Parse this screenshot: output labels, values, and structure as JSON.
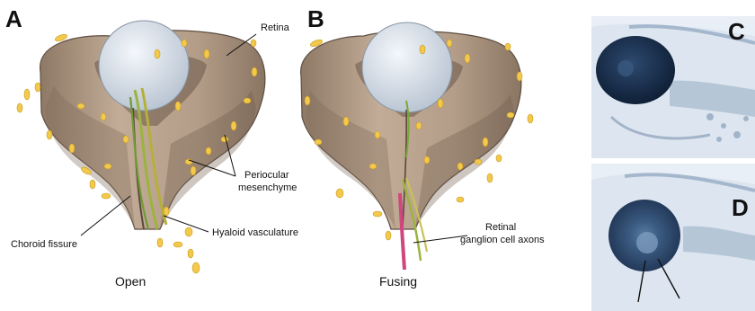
{
  "panels": {
    "a": {
      "letter": "A",
      "caption": "Open",
      "labels": {
        "retina": "Retina",
        "periocular_1": "Periocular",
        "periocular_2": "mesenchyme",
        "choroid": "Choroid fissure",
        "hyaloid": "Hyaloid vasculature"
      }
    },
    "b": {
      "letter": "B",
      "caption": "Fusing",
      "labels": {
        "retinal_1": "Retinal",
        "retinal_2": "ganglion cell axons"
      }
    },
    "c": {
      "letter": "C"
    },
    "d": {
      "letter": "D"
    }
  },
  "colors": {
    "cup": "#b19a85",
    "cup_shadow": "#7d6a59",
    "lens": "#dfe6ee",
    "mesenchyme": "#f2c94c",
    "vasculature": "#8fae3a",
    "axons": "#d0467f",
    "embryo_eye": "#1d3557",
    "embryo_bg": "#e8eef5"
  }
}
